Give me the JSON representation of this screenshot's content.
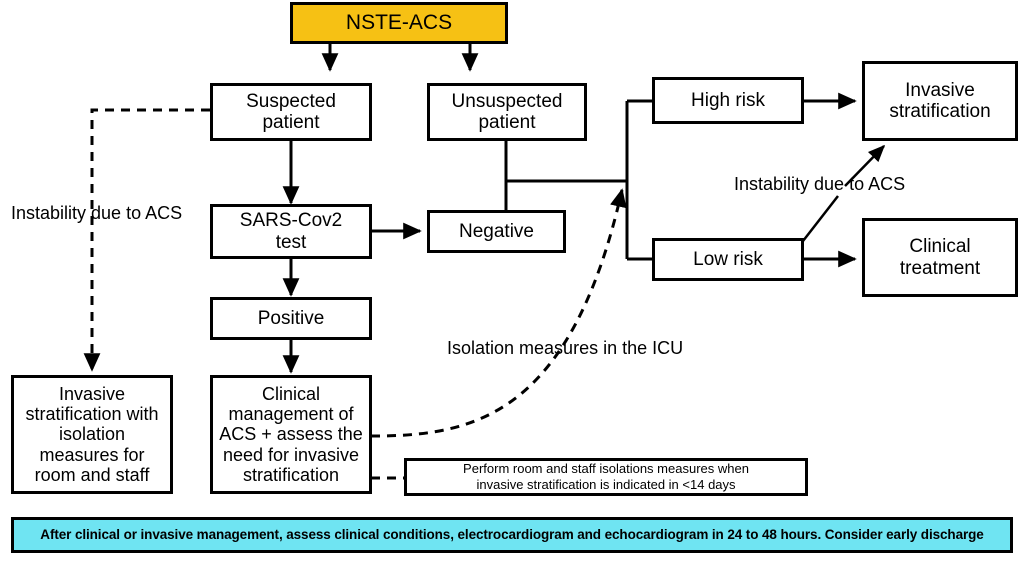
{
  "diagram": {
    "title": "NSTE-ACS management flowchart",
    "colors": {
      "header_fill": "#F6C114",
      "banner_fill": "#6FE4F2",
      "line": "#000000",
      "box_fill": "#FFFFFF"
    },
    "nodes": {
      "nste_acs": "NSTE-ACS",
      "suspected_patient": "Suspected\npatient",
      "unsuspected_patient": "Unsuspected\npatient",
      "sars_cov2_test": "SARS-Cov2\ntest",
      "negative": "Negative",
      "positive": "Positive",
      "high_risk": "High risk",
      "low_risk": "Low risk",
      "invasive_stratification": "Invasive\nstratification",
      "clinical_treatment": "Clinical\ntreatment",
      "invasive_stratification_isolation": "Invasive\nstratification with\nisolation\nmeasures for\nroom and staff",
      "clinical_management": "Clinical\nmanagement of\nACS + assess the\nneed for invasive\nstratification",
      "perform_room_note": "Perform room and staff isolations measures when\ninvasive stratification is indicated in <14 days",
      "bottom_banner": "After clinical or invasive management, assess clinical conditions, electrocardiogram and echocardiogram in 24 to 48 hours. Consider early discharge"
    },
    "edge_labels": {
      "instability_left": "Instability due to ACS",
      "instability_right": "Instability due to ACS",
      "isolation_icu": "Isolation measures in the ICU"
    }
  }
}
